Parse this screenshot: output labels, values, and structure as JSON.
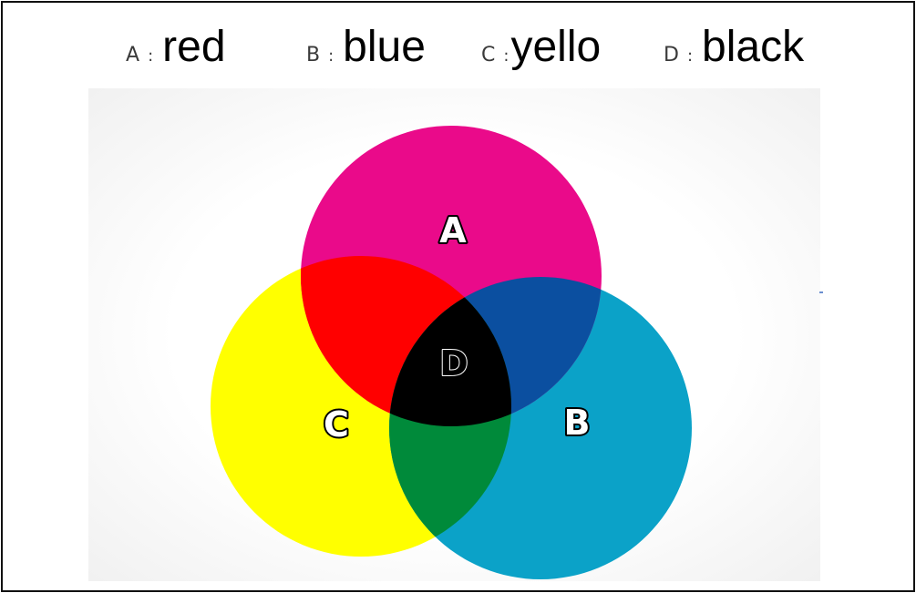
{
  "legend": [
    {
      "key": "A",
      "sep": ":",
      "value": "red"
    },
    {
      "key": "B",
      "sep": ":",
      "value": "blue"
    },
    {
      "key": "C",
      "sep": ":",
      "value": "yello"
    },
    {
      "key": "D",
      "sep": ":",
      "value": "black"
    }
  ],
  "circles": {
    "A": {
      "label": "A",
      "color": "#ea0a8a"
    },
    "B": {
      "label": "B",
      "color": "#0ba2c8"
    },
    "C": {
      "label": "C",
      "color": "#ffff00"
    },
    "D": {
      "label": "D"
    }
  },
  "overlaps": {
    "A_C": "#ff0000",
    "A_B": "#0b4fa0",
    "B_C": "#008a3a",
    "A_B_C": "#000000"
  },
  "background_gradient": [
    "#ffffff",
    "#f1f1f1"
  ]
}
